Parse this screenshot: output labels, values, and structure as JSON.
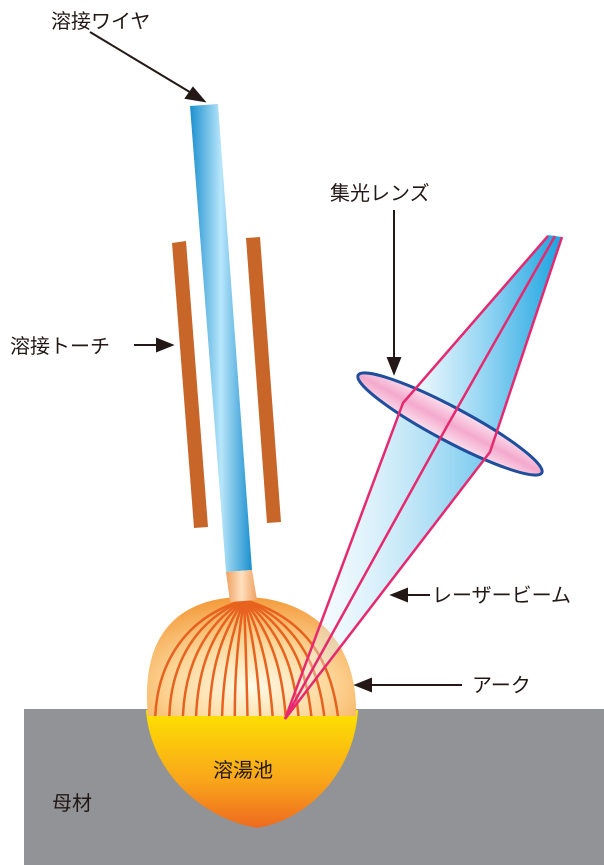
{
  "labels": {
    "welding_wire": "溶接ワイヤ",
    "condenser_lens": "集光レンズ",
    "welding_torch": "溶接トーチ",
    "laser_beam": "レーザービーム",
    "arc": "アーク",
    "weld_pool": "溶湯池",
    "base_metal": "母材"
  },
  "colors": {
    "base_metal": "#919396",
    "torch": "#c8662a",
    "wire": "#2ea6dc",
    "laser_line": "#e6296f",
    "lens_edge": "#1f4e9c",
    "lens_fill": "#f6b6d4",
    "arc_line": "#e8621f",
    "pool": "#f8b400"
  }
}
